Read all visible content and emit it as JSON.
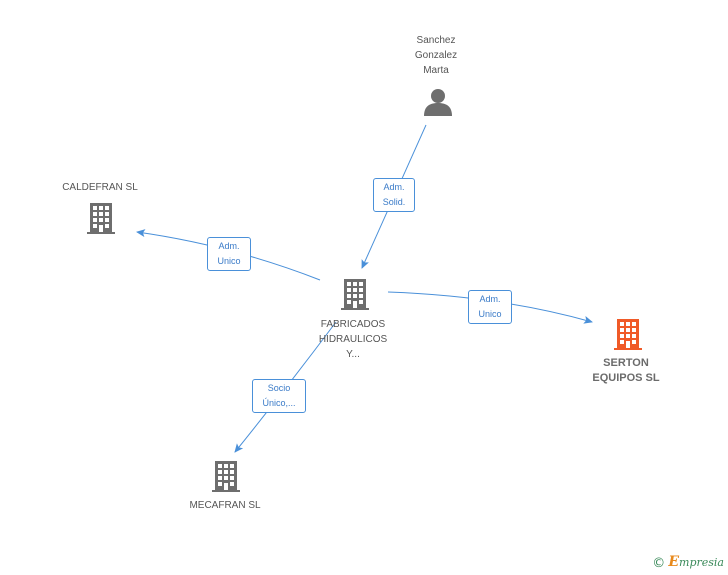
{
  "nodes": {
    "person": {
      "label_lines": [
        "Sanchez",
        "Gonzalez",
        "Marta"
      ],
      "type": "person"
    },
    "caldefran": {
      "label_lines": [
        "CALDEFRAN SL"
      ],
      "type": "company"
    },
    "fabricados": {
      "label_lines": [
        "FABRICADOS",
        "HIDRAULICOS",
        "Y..."
      ],
      "type": "company"
    },
    "serton": {
      "label_lines": [
        "SERTON",
        "EQUIPOS SL"
      ],
      "type": "company-focus"
    },
    "mecafran": {
      "label_lines": [
        "MECAFRAN SL"
      ],
      "type": "company"
    }
  },
  "edges": {
    "person_fabricados": {
      "label_lines": [
        "Adm.",
        "Solid."
      ]
    },
    "fabricados_caldefran": {
      "label_lines": [
        "Adm.",
        "Unico"
      ]
    },
    "fabricados_serton": {
      "label_lines": [
        "Adm.",
        "Unico"
      ]
    },
    "fabricados_mecafran": {
      "label_lines": [
        "Socio",
        "Único,..."
      ]
    }
  },
  "colors": {
    "edge": "#4a90d9",
    "company_icon": "#6e6e6e",
    "focus_icon": "#f05a28",
    "person_icon": "#6e6e6e"
  },
  "footer": {
    "copyright": "©",
    "brand_first": "E",
    "brand_rest": "mpresia"
  }
}
